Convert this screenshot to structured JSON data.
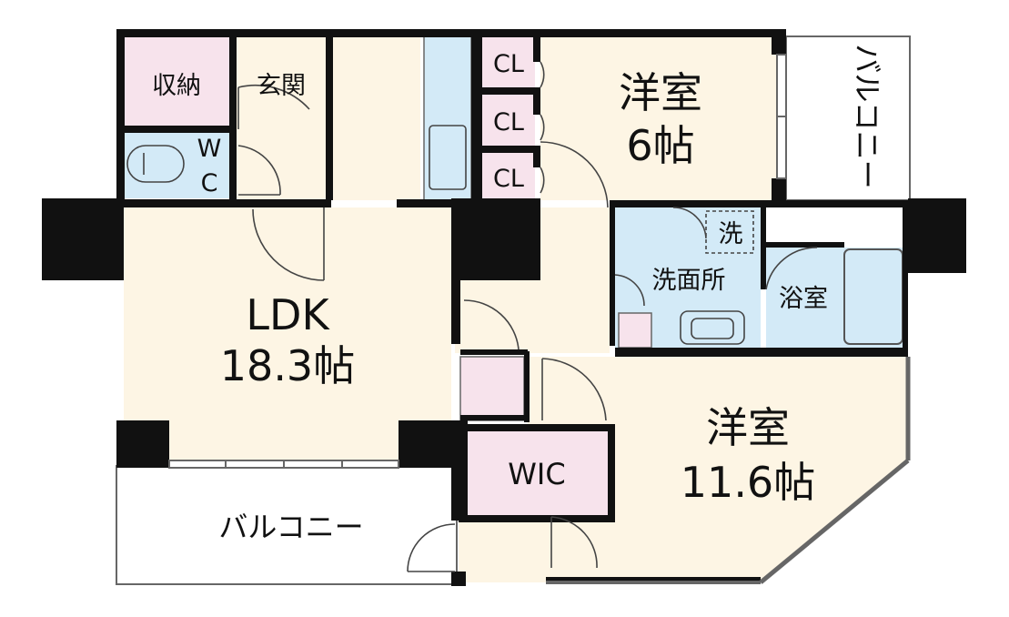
{
  "colors": {
    "wall": "#111111",
    "cream": "#fdf5e4",
    "pink": "#f7e3ec",
    "blue": "#d3eaf7",
    "balcony": "#ffffff",
    "line": "#666666"
  },
  "rooms": {
    "storage": {
      "label": "収納"
    },
    "entrance": {
      "label": "玄関"
    },
    "wc": {
      "line1": "W",
      "line2": "C"
    },
    "cl1": {
      "label": "CL"
    },
    "cl2": {
      "label": "CL"
    },
    "cl3": {
      "label": "CL"
    },
    "western6": {
      "name": "洋室",
      "size": "6帖"
    },
    "balcony_east": {
      "label": "バルコニー"
    },
    "laundry": {
      "label": "洗"
    },
    "washroom": {
      "label": "洗面所"
    },
    "bath": {
      "label": "浴室"
    },
    "ldk": {
      "name": "LDK",
      "size": "18.3帖"
    },
    "western11": {
      "name": "洋室",
      "size": "11.6帖"
    },
    "wic": {
      "label": "WIC"
    },
    "balcony_south": {
      "label": "バルコニー"
    }
  }
}
